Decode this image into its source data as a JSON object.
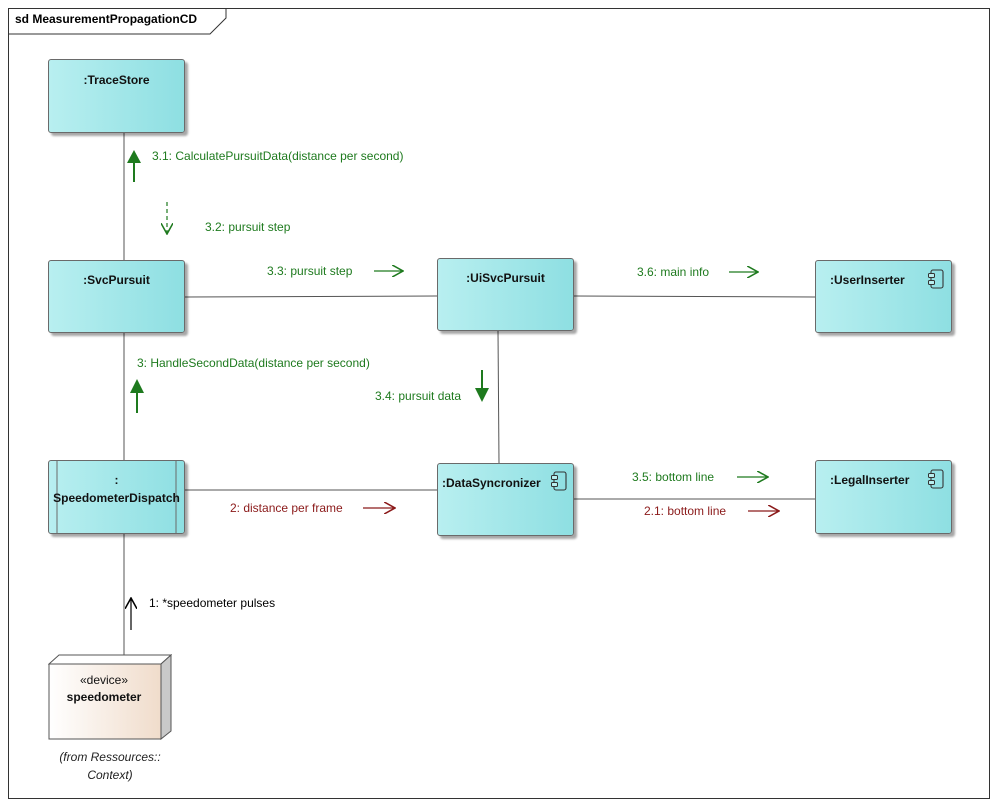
{
  "frame": {
    "title": "sd MeasurementPropagationCD"
  },
  "nodes": {
    "trace_store": ":TraceStore",
    "svc_pursuit": ":SvcPursuit",
    "ui_svc_pursuit": ":UiSvcPursuit",
    "user_inserter": ":UserInserter",
    "speedometer_dispatch_colon": ":",
    "speedometer_dispatch": "SpeedometerDispatch",
    "data_syncronizer": ":DataSyncronizer",
    "legal_inserter": ":LegalInserter"
  },
  "device": {
    "stereotype": "«device»",
    "name": "speedometer",
    "from_line1": "(from Ressources::",
    "from_line2": "Context)"
  },
  "messages": {
    "m3_1": "3.1: CalculatePursuitData(distance per second)",
    "m3_2": "3.2: pursuit step",
    "m3_3": "3.3: pursuit step",
    "m3_6": "3.6: main info",
    "m3": "3: HandleSecondData(distance per second)",
    "m3_4": "3.4: pursuit data",
    "m2": "2: distance per frame",
    "m3_5": "3.5: bottom line",
    "m2_1": "2.1: bottom line",
    "m1": "1: *speedometer pulses"
  },
  "colors": {
    "node_fill_light": "#b8eff0",
    "node_fill_dark": "#8edfe2",
    "message_green": "#1e7a1e",
    "message_red": "#8b1a1a",
    "device_fill": "#f3e6da"
  }
}
